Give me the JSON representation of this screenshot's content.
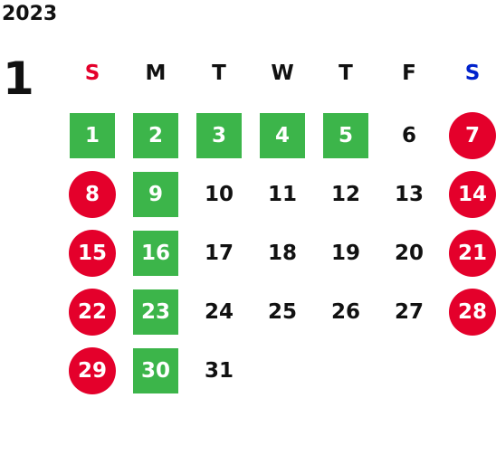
{
  "calendar": {
    "year": "2023",
    "month": "1",
    "weekdays": [
      "S",
      "M",
      "T",
      "W",
      "T",
      "F",
      "S"
    ],
    "weekday_colors": [
      "#e4002b",
      "#111111",
      "#111111",
      "#111111",
      "#111111",
      "#111111",
      "#0022cc"
    ],
    "weeks": [
      [
        {
          "d": "1",
          "t": "open"
        },
        {
          "d": "2",
          "t": "open"
        },
        {
          "d": "3",
          "t": "open"
        },
        {
          "d": "4",
          "t": "open"
        },
        {
          "d": "5",
          "t": "open"
        },
        {
          "d": "6",
          "t": "plain"
        },
        {
          "d": "7",
          "t": "holiday"
        }
      ],
      [
        {
          "d": "8",
          "t": "holiday"
        },
        {
          "d": "9",
          "t": "open"
        },
        {
          "d": "10",
          "t": "plain"
        },
        {
          "d": "11",
          "t": "plain"
        },
        {
          "d": "12",
          "t": "plain"
        },
        {
          "d": "13",
          "t": "plain"
        },
        {
          "d": "14",
          "t": "holiday"
        }
      ],
      [
        {
          "d": "15",
          "t": "holiday"
        },
        {
          "d": "16",
          "t": "open"
        },
        {
          "d": "17",
          "t": "plain"
        },
        {
          "d": "18",
          "t": "plain"
        },
        {
          "d": "19",
          "t": "plain"
        },
        {
          "d": "20",
          "t": "plain"
        },
        {
          "d": "21",
          "t": "holiday"
        }
      ],
      [
        {
          "d": "22",
          "t": "holiday"
        },
        {
          "d": "23",
          "t": "open"
        },
        {
          "d": "24",
          "t": "plain"
        },
        {
          "d": "25",
          "t": "plain"
        },
        {
          "d": "26",
          "t": "plain"
        },
        {
          "d": "27",
          "t": "plain"
        },
        {
          "d": "28",
          "t": "holiday"
        }
      ],
      [
        {
          "d": "29",
          "t": "holiday"
        },
        {
          "d": "30",
          "t": "open"
        },
        {
          "d": "31",
          "t": "plain"
        }
      ]
    ],
    "colors": {
      "open": "#3cb54a",
      "holiday": "#e4002b"
    }
  }
}
